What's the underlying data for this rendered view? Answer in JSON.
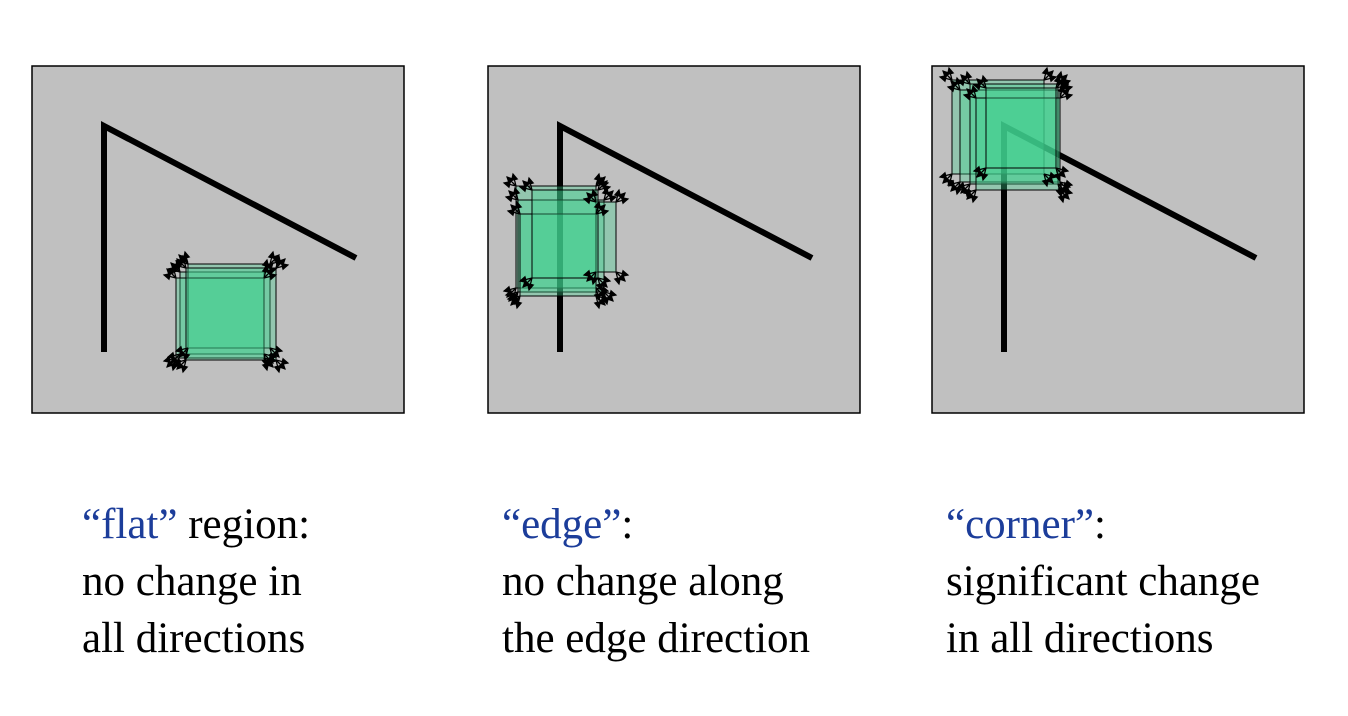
{
  "colors": {
    "panel_fill": "#c0c0c0",
    "window_fill": "#3fd08f",
    "highlight_text": "#1c3d9a",
    "ink": "#000000"
  },
  "panels": [
    {
      "id": "flat",
      "quote": "“flat”",
      "rest": " region:",
      "lines": [
        "no change in",
        "all directions"
      ]
    },
    {
      "id": "edge",
      "quote": "“edge”",
      "rest": ":",
      "lines": [
        "no change along",
        "the edge direction"
      ]
    },
    {
      "id": "corner",
      "quote": "“corner”",
      "rest": ":",
      "lines": [
        "significant change",
        "in all directions"
      ]
    }
  ]
}
